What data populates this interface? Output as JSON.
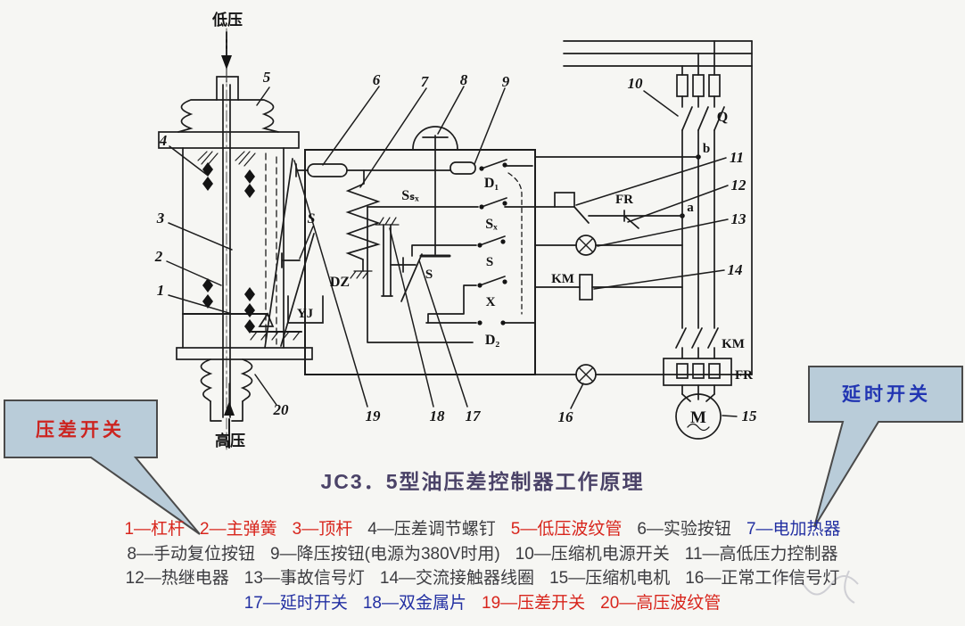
{
  "colors": {
    "red": "#d8251c",
    "navy": "#2330a2",
    "ink": "#3c3c40",
    "title": "#4b4368",
    "line": "#1c1c1c",
    "bg": "#f6f6f3",
    "callout_fill": "#b9ccd9",
    "callout_border": "#4a4a4a",
    "callout_red_text": "#cc2420",
    "callout_blue_text": "#2135b2"
  },
  "title": "JC3．5型油压差控制器工作原理",
  "callouts": {
    "left": {
      "text": "压差开关"
    },
    "right": {
      "text": "延时开关"
    }
  },
  "schematic": {
    "low_pressure": "低压",
    "high_pressure": "高压",
    "n1": "1",
    "n2": "2",
    "n3": "3",
    "n4": "4",
    "n5": "5",
    "n6": "6",
    "n7": "7",
    "n8": "8",
    "n9": "9",
    "n10": "10",
    "n11": "11",
    "n12": "12",
    "n13": "13",
    "n14": "14",
    "n15": "15",
    "n16": "16",
    "n17": "17",
    "n18": "18",
    "n19": "19",
    "n20": "20",
    "s_lever": "S",
    "s_actuator": "S",
    "s_row": "S",
    "yj": "YJ",
    "dz": "DZ",
    "ssx": "Sₛₓ",
    "sx": "Sₓ",
    "d1": "D₁",
    "d2": "D₂",
    "x": "X",
    "km_coil": "KM",
    "km_contacts": "KM",
    "fr_contact": "FR",
    "fr_box": "FR",
    "q": "Q",
    "node_a": "a",
    "node_b": "b",
    "motor": "M"
  },
  "legend": {
    "rows": [
      [
        {
          "text": "1—杠杆",
          "color": "red"
        },
        {
          "text": "2—主弹簧",
          "color": "red"
        },
        {
          "text": "3—顶杆",
          "color": "red"
        },
        {
          "text": "4—压差调节螺钉",
          "color": "ink"
        },
        {
          "text": "5—低压波纹管",
          "color": "red"
        },
        {
          "text": "6—实验按钮",
          "color": "ink"
        },
        {
          "text": "7—电加热器",
          "color": "navy"
        }
      ],
      [
        {
          "text": "8—手动复位按钮",
          "color": "ink"
        },
        {
          "text": "9—降压按钮(电源为380V时用)",
          "color": "ink"
        },
        {
          "text": "10—压缩机电源开关",
          "color": "ink"
        },
        {
          "text": "11—高低压力控制器",
          "color": "ink"
        }
      ],
      [
        {
          "text": "12—热继电器",
          "color": "ink"
        },
        {
          "text": "13—事故信号灯",
          "color": "ink"
        },
        {
          "text": "14—交流接触器线圈",
          "color": "ink"
        },
        {
          "text": "15—压缩机电机",
          "color": "ink"
        },
        {
          "text": "16—正常工作信号灯",
          "color": "ink"
        }
      ],
      [
        {
          "text": "17—延时开关",
          "color": "navy"
        },
        {
          "text": "18—双金属片",
          "color": "navy"
        },
        {
          "text": "19—压差开关",
          "color": "red"
        },
        {
          "text": "20—高压波纹管",
          "color": "red"
        }
      ]
    ]
  }
}
